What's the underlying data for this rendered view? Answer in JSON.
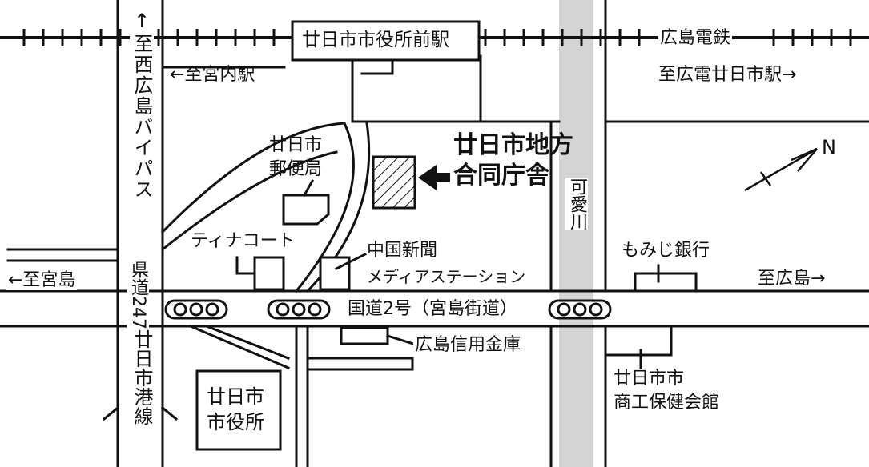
{
  "railway": {
    "line_name": "広島電鉄",
    "station": "廿日市市役所前駅",
    "to_miyauchi": "←至宮内駅",
    "to_hatsukaichi": "至広電廿日市駅→"
  },
  "roads": {
    "bypass": "↑至西広島バイパス",
    "prefectural_label": "県道247",
    "prefectural_sub": "廿日市港線",
    "national": "国道2号（宮島街道）",
    "to_miyajima": "←至宮島",
    "to_hiroshima": "至広島→"
  },
  "river": {
    "name": "可愛川"
  },
  "target": {
    "line1": "廿日市地方",
    "line2": "合同庁舎"
  },
  "places": {
    "post_office_1": "廿日市",
    "post_office_2": "郵便局",
    "tina_court": "ティナコート",
    "chugoku_1": "中国新聞",
    "chugoku_2": "メディアステーション",
    "momiji": "もみじ銀行",
    "shinkin": "広島信用金庫",
    "city_hall_1": "廿日市",
    "city_hall_2": "市役所",
    "shoko_1": "廿日市市",
    "shoko_2": "商工保健会館"
  },
  "compass": {
    "label": "N"
  },
  "colors": {
    "ink": "#111111",
    "river": "#d4d4d4",
    "background": "#ffffff"
  }
}
